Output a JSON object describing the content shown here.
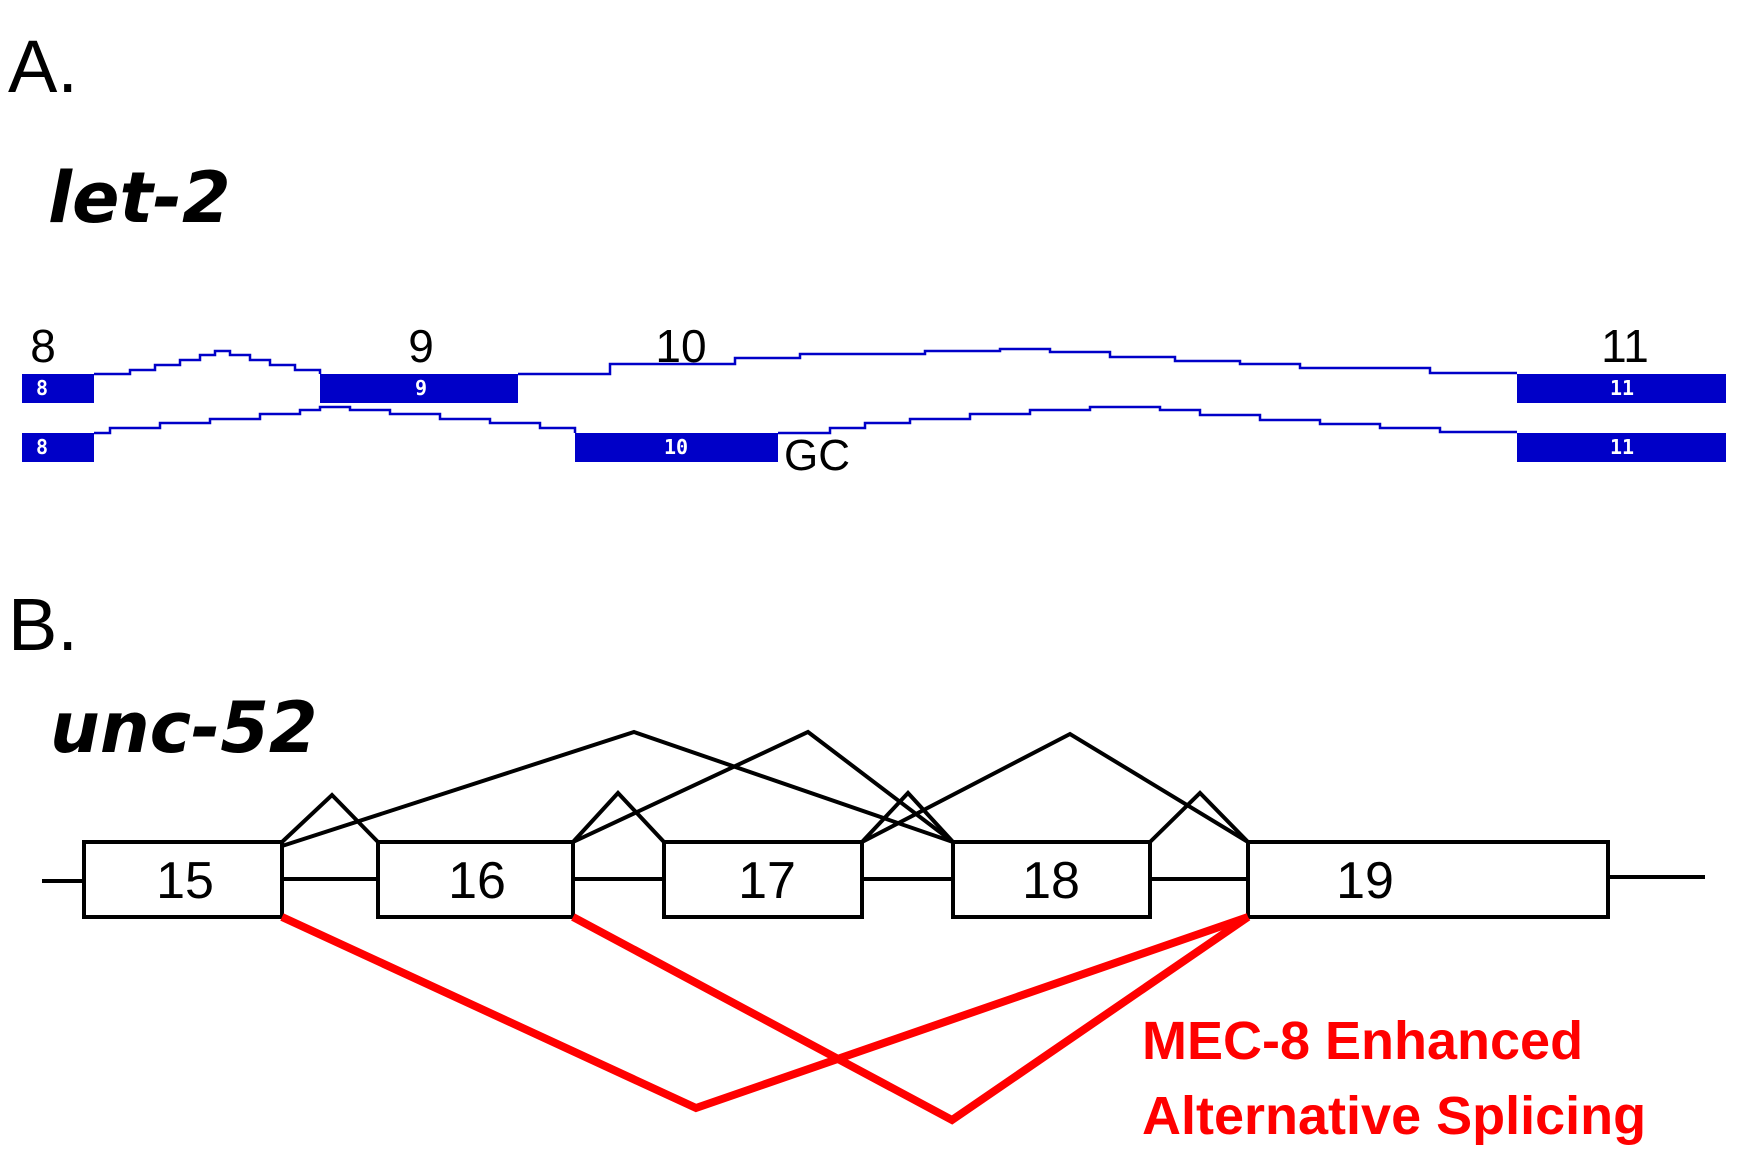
{
  "panel_a": {
    "label": "A.",
    "gene": "let-2",
    "exon_labels": [
      "8",
      "9",
      "10",
      "11"
    ],
    "isoform_1_exons": [
      "8",
      "9",
      "11"
    ],
    "isoform_2_exons": [
      "8",
      "10",
      "11"
    ],
    "splice_site_note": "GC",
    "color": "#0000c8"
  },
  "panel_b": {
    "label": "B.",
    "gene": "unc-52",
    "exons": [
      "15",
      "16",
      "17",
      "18",
      "19"
    ],
    "annotation_line1": "MEC-8 Enhanced",
    "annotation_line2": "Alternative Splicing",
    "annotation_color": "#ff0000"
  }
}
